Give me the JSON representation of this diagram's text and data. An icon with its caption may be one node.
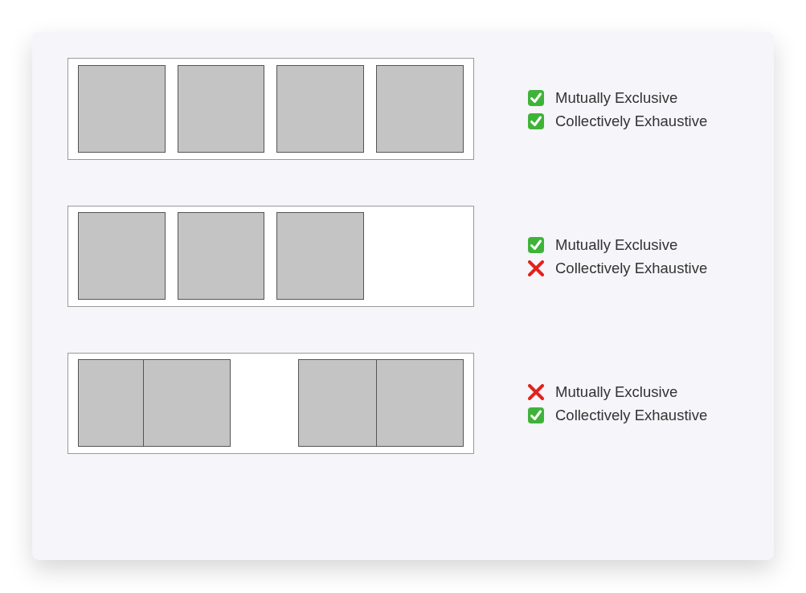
{
  "diagram": {
    "nodes": [
      {
        "text": [],
        "shape": "box"
      },
      {
        "text": [],
        "shape": "box",
        "in": 0
      },
      {
        "text": [],
        "shape": "box",
        "in": 0
      },
      {
        "text": [],
        "shape": "box",
        "in": 0
      },
      {
        "text": [],
        "shape": "box",
        "in": 0
      },
      {
        "text": [],
        "shape": "check",
        "beside": [
          "Mutually Exclusive"
        ]
      },
      {
        "text": [],
        "shape": "check",
        "beside": [
          "Collectively Exhaustive"
        ]
      },
      {
        "text": [],
        "shape": "box"
      },
      {
        "text": [],
        "shape": "box",
        "in": 7
      },
      {
        "text": [],
        "shape": "box",
        "in": 7
      },
      {
        "text": [],
        "shape": "box",
        "in": 7
      },
      {
        "text": [],
        "shape": "check",
        "beside": [
          "Mutually Exclusive"
        ]
      },
      {
        "text": [],
        "shape": "cross",
        "beside": [
          "Collectively Exhaustive"
        ]
      },
      {
        "text": [],
        "shape": "box"
      },
      {
        "text": [],
        "shape": "box",
        "in": 13
      },
      {
        "text": [],
        "shape": "box",
        "in": 13
      },
      {
        "text": [],
        "shape": "box",
        "in": 13
      },
      {
        "text": [],
        "shape": "box",
        "in": 13
      },
      {
        "text": [],
        "shape": "cross",
        "beside": [
          "Mutually Exclusive"
        ]
      },
      {
        "text": [],
        "shape": "check",
        "beside": [
          "Collectively Exhaustive"
        ]
      }
    ]
  }
}
